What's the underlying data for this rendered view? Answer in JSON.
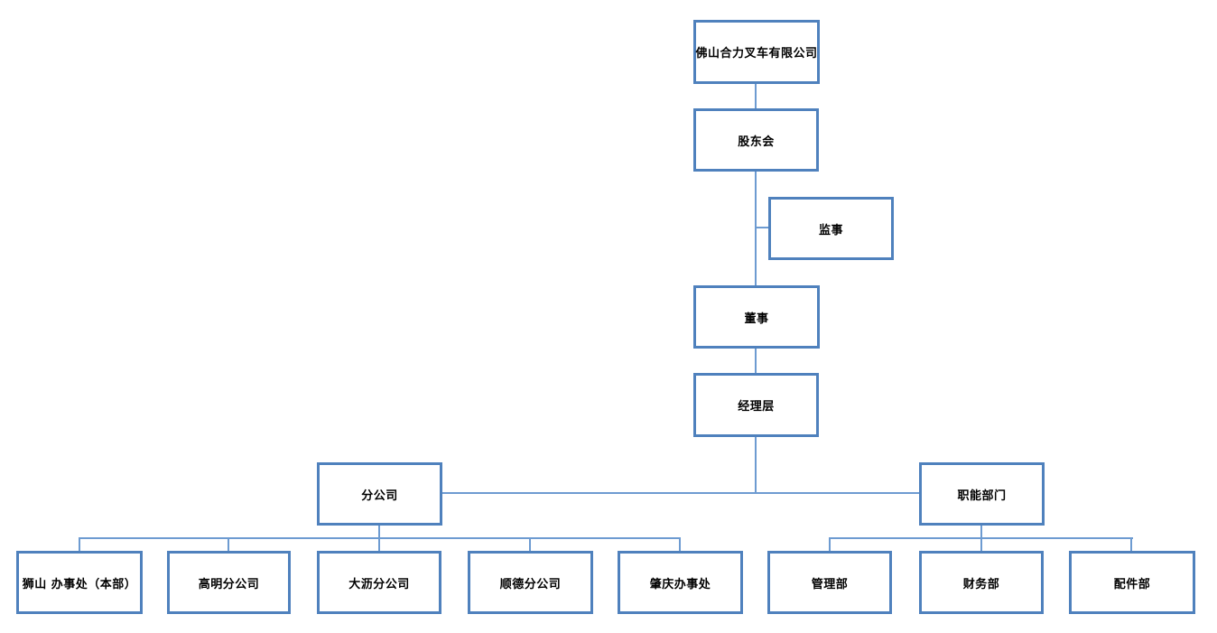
{
  "diagram": {
    "type": "org-chart",
    "nodes": {
      "company": {
        "label": "佛山合力叉车有限公司"
      },
      "shareholders": {
        "label": "股东会"
      },
      "supervisor": {
        "label": "监事"
      },
      "director": {
        "label": "董事"
      },
      "management": {
        "label": "经理层"
      },
      "branches": {
        "label": "分公司"
      },
      "functional": {
        "label": "职能部门"
      },
      "shishan": {
        "label": "狮山 办事处（本部）"
      },
      "gaoming": {
        "label": "高明分公司"
      },
      "dali": {
        "label": "大沥分公司"
      },
      "shunde": {
        "label": "顺德分公司"
      },
      "zhaoqing": {
        "label": "肇庆办事处"
      },
      "admin": {
        "label": "管理部"
      },
      "finance": {
        "label": "财务部"
      },
      "parts": {
        "label": "配件部"
      }
    },
    "edges": [
      [
        "company",
        "shareholders"
      ],
      [
        "shareholders",
        "supervisor"
      ],
      [
        "shareholders",
        "director"
      ],
      [
        "director",
        "management"
      ],
      [
        "management",
        "branches"
      ],
      [
        "management",
        "functional"
      ],
      [
        "branches",
        "shishan"
      ],
      [
        "branches",
        "gaoming"
      ],
      [
        "branches",
        "dali"
      ],
      [
        "branches",
        "shunde"
      ],
      [
        "branches",
        "zhaoqing"
      ],
      [
        "functional",
        "admin"
      ],
      [
        "functional",
        "finance"
      ],
      [
        "functional",
        "parts"
      ]
    ],
    "colors": {
      "box_border": "#4f81bd",
      "connector": "#6d9bd1",
      "text": "#000000",
      "background": "#ffffff"
    }
  }
}
